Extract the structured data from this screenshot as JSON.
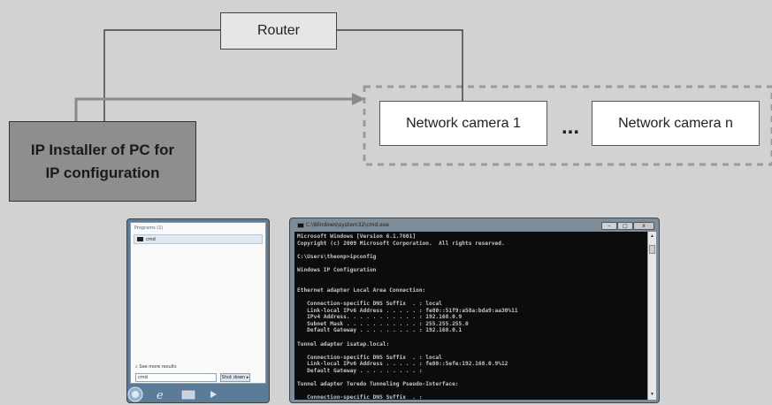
{
  "diagram": {
    "router_label": "Router",
    "installer_line1": "IP Installer of PC for",
    "installer_line2": "IP configuration",
    "camera1_label": "Network camera 1",
    "camera_n_label": "Network camera n",
    "ellipsis": "..."
  },
  "start_menu": {
    "header": "Programs (1)",
    "result_item": "cmd",
    "see_more": "See more results",
    "search_value": "cmd",
    "shutdown_label": "Shut down"
  },
  "cmd_window": {
    "title": "C:\\Windows\\system32\\cmd.exe",
    "min_glyph": "–",
    "max_glyph": "□",
    "close_glyph": "x",
    "output": "Microsoft Windows [Version 6.1.7601]\nCopyright (c) 2009 Microsoft Corporation.  All rights reserved.\n\nC:\\Users\\theonp>ipconfig\n\nWindows IP Configuration\n\n\nEthernet adapter Local Area Connection:\n\n   Connection-specific DNS Suffix  . : local\n   Link-local IPv6 Address . . . . . : fe80::51f9:a58a:bda9:aa30%11\n   IPv4 Address. . . . . . . . . . . : 192.168.0.9\n   Subnet Mask . . . . . . . . . . . : 255.255.255.0\n   Default Gateway . . . . . . . . . : 192.168.0.1\n\nTunnel adapter isatap.local:\n\n   Connection-specific DNS Suffix  . : local\n   Link-local IPv6 Address . . . . . : fe80::5efe:192.168.0.9%12\n   Default Gateway . . . . . . . . . :\n\nTunnel adapter Teredo Tunneling Pseudo-Interface:\n\n   Connection-specific DNS Suffix  . :"
  },
  "colors": {
    "background": "#d2d2d2",
    "installer_fill": "#8e8e8e",
    "arrow_gray": "#8a8a8a",
    "dashed_border": "#9a9a9a"
  }
}
